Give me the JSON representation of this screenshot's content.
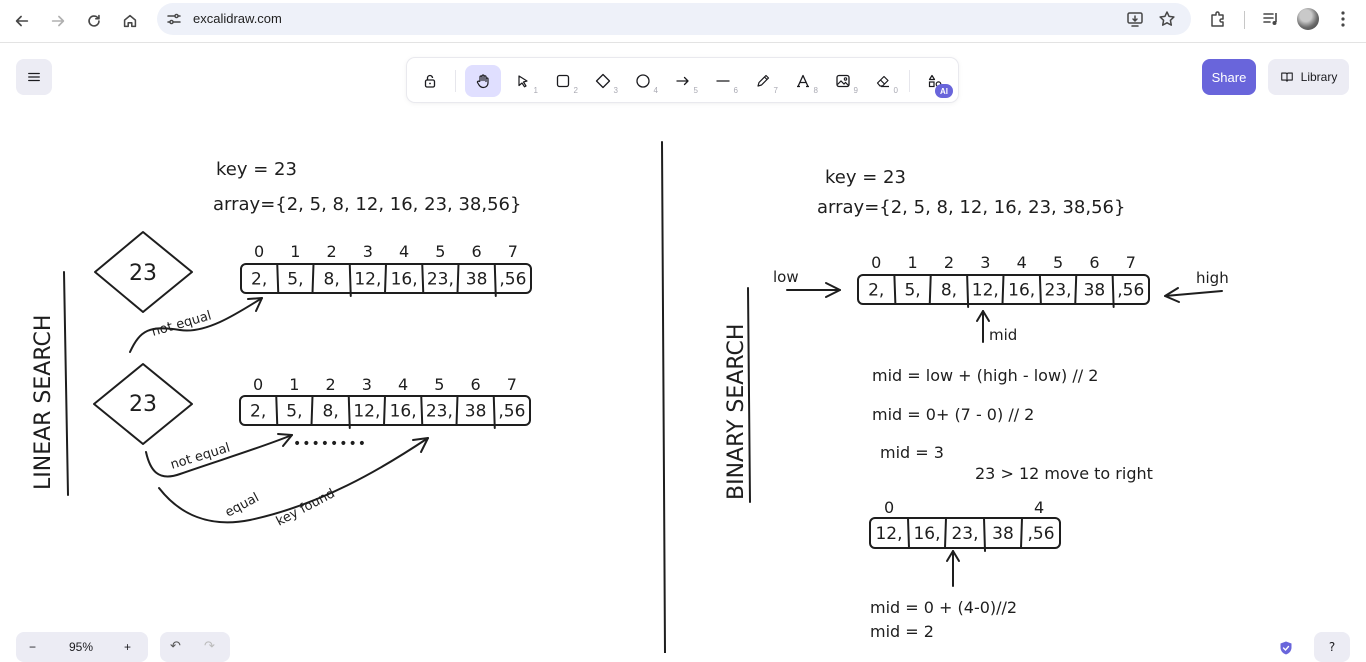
{
  "browser": {
    "url": "excalidraw.com"
  },
  "toolbar": {
    "tools": [
      {
        "name": "lock",
        "key": ""
      },
      {
        "name": "hand",
        "key": ""
      },
      {
        "name": "selection",
        "key": "1"
      },
      {
        "name": "rectangle",
        "key": "2"
      },
      {
        "name": "diamond",
        "key": "3"
      },
      {
        "name": "ellipse",
        "key": "4"
      },
      {
        "name": "arrow",
        "key": "5"
      },
      {
        "name": "line",
        "key": "6"
      },
      {
        "name": "draw",
        "key": "7"
      },
      {
        "name": "text",
        "key": "8"
      },
      {
        "name": "image",
        "key": "9"
      },
      {
        "name": "eraser",
        "key": "0"
      }
    ],
    "ai_badge": "AI",
    "active_tool": "hand"
  },
  "header": {
    "share_label": "Share",
    "library_label": "Library"
  },
  "footer": {
    "zoom_out": "−",
    "zoom_level": "95%",
    "zoom_in": "+",
    "help": "?"
  },
  "canvas": {
    "linear": {
      "title": "LINEAR SEARCH",
      "key_text": "key = 23",
      "array_text": "array={2, 5, 8, 12, 16, 23, 38,56}",
      "indices": [
        "0",
        "1",
        "2",
        "3",
        "4",
        "5",
        "6",
        "7"
      ],
      "cells": [
        "2,",
        "5,",
        "8,",
        "12,",
        "16,",
        "23,",
        "38",
        ",56"
      ],
      "diamond_value": "23",
      "label_not_equal": "not equal",
      "label_equal": "equal",
      "label_key_found": "key found",
      "dots": "••••••••"
    },
    "binary": {
      "title": "BINARY SEARCH",
      "key_text": "key = 23",
      "array_text": "array={2, 5, 8, 12, 16, 23, 38,56}",
      "indices": [
        "0",
        "1",
        "2",
        "3",
        "4",
        "5",
        "6",
        "7"
      ],
      "cells": [
        "2,",
        "5,",
        "8,",
        "12,",
        "16,",
        "23,",
        "38",
        ",56"
      ],
      "label_low": "low",
      "label_high": "high",
      "label_mid": "mid",
      "formula1": "mid = low + (high - low) // 2",
      "formula2": "mid = 0+ (7 - 0) // 2",
      "formula3": "mid = 3",
      "compare": "23 > 12 move to right",
      "sub_index_start": "0",
      "sub_index_end": "4",
      "sub_cells": [
        "12,",
        "16,",
        "23,",
        "38",
        ",56"
      ],
      "formula4": "mid = 0 + (4-0)//2",
      "formula5": "mid = 2"
    }
  }
}
